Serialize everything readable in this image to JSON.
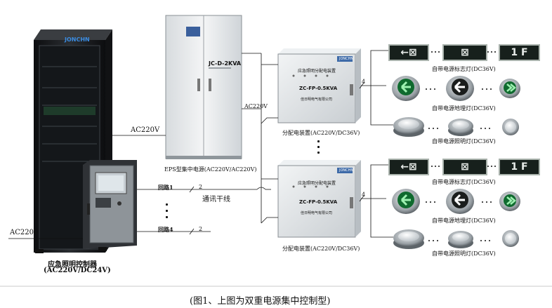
{
  "controller": {
    "brand": "JONCHN",
    "label_line1": "应急照明控制器",
    "label_line2": "(AC220V/DC24V)",
    "input": "AC220V"
  },
  "eps": {
    "panel_label": "JC-D-2KVA",
    "caption": "EPS型集中电源(AC220V/AC220V)",
    "input": "AC220V"
  },
  "bus": {
    "voltage": "AC220V",
    "loop1": "回路1",
    "loop4": "回路4",
    "wires": "2",
    "comm_line": "通讯干线"
  },
  "dist_boxes": [
    {
      "brand": "JONCHN",
      "title": "应急照明分配电装置",
      "model": "ZC-FP-0.5KVA",
      "maker": "佳日明电气有限公司",
      "caption": "分配电装置(AC220V/DC36V)",
      "wires": "4"
    },
    {
      "brand": "JONCHN",
      "title": "应急照明分配电装置",
      "model": "ZC-FP-0.5KVA",
      "maker": "佳日明电气有限公司",
      "caption": "分配电装置(AC220V/DC36V)",
      "wires": "4"
    }
  ],
  "groups": [
    {
      "sign_caption": "自带电源标志灯(DC36V)",
      "ground_caption": "自带电源地埋灯(DC36V)",
      "light_caption": "自带电源照明灯(DC36V)",
      "floor_text": "1 F"
    },
    {
      "sign_caption": "自带电源标志灯(DC36V)",
      "ground_caption": "自带电源地埋灯(DC36V)",
      "light_caption": "自带电源照明灯(DC36V)",
      "floor_text": "1 F"
    }
  ],
  "figure_caption": "(图1、上图为双重电源集中控制型)",
  "colors": {
    "cabinet": "#1d1f22",
    "eps": "#e4e7ea",
    "box": "#dfe3e6",
    "sign": "#17201c",
    "arrow": "#2fb24a"
  }
}
